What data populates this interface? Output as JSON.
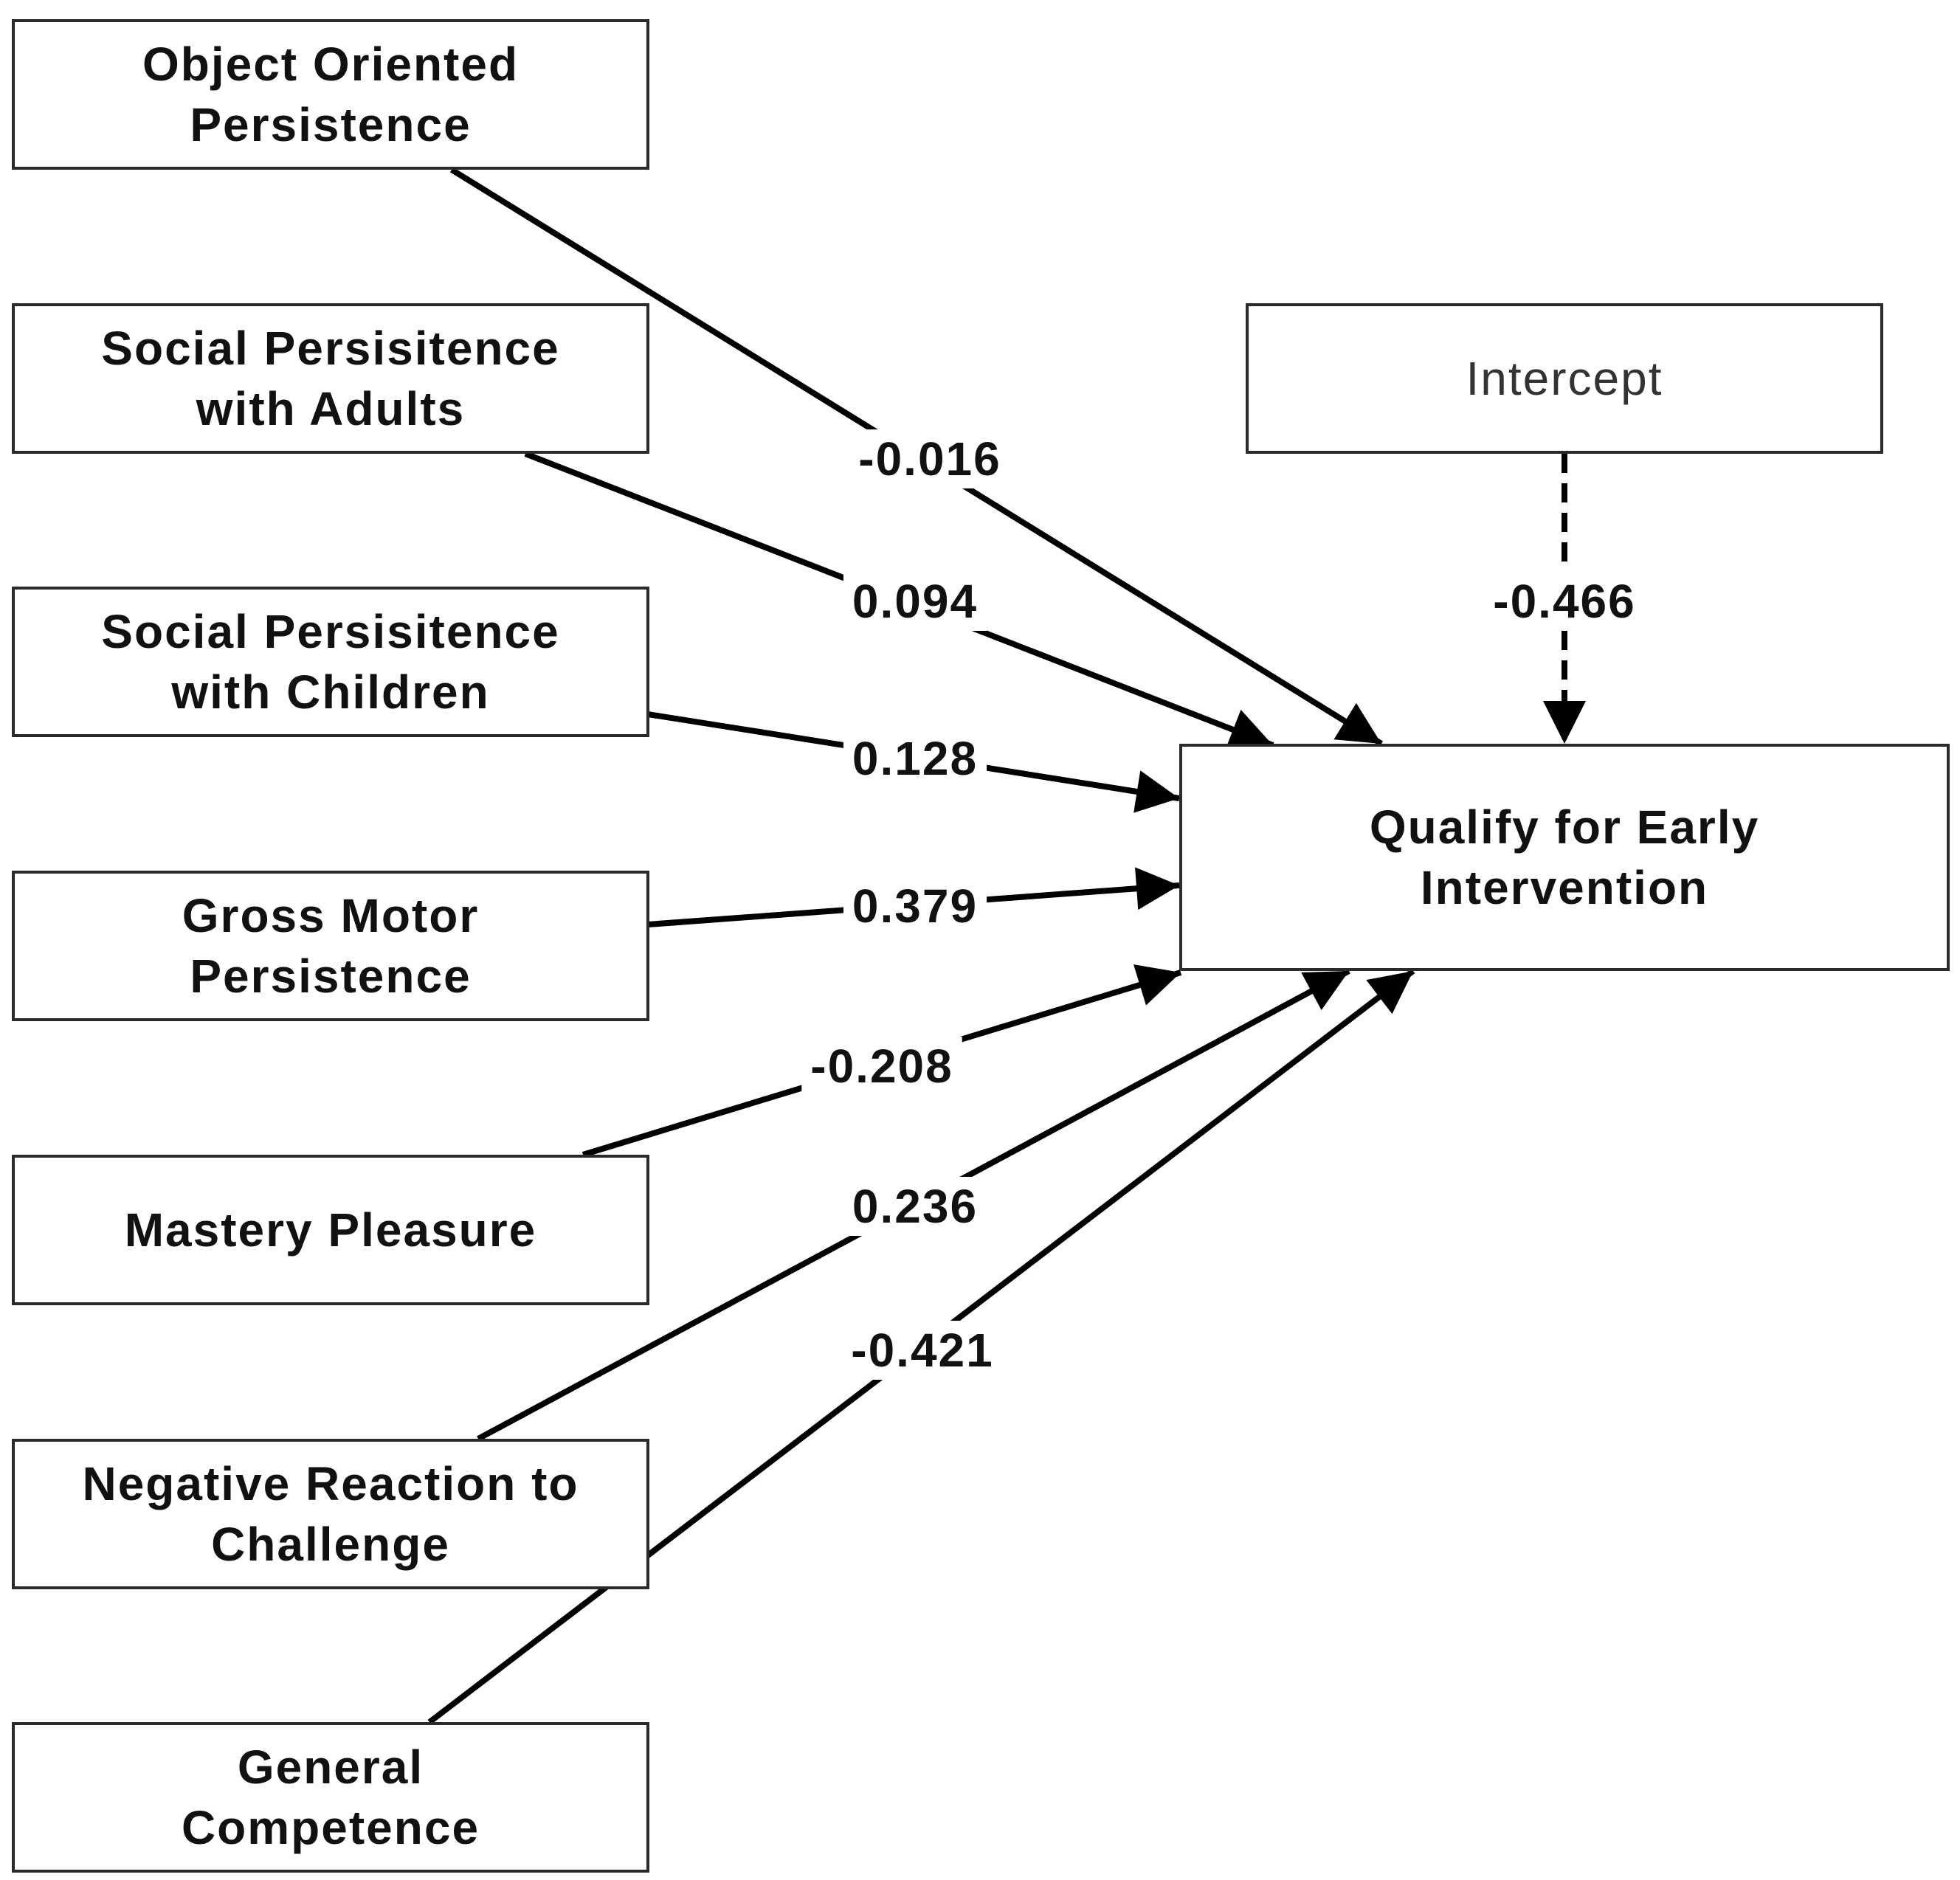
{
  "nodes": {
    "object_oriented": {
      "lines": [
        "Object Oriented",
        "Persistence"
      ]
    },
    "social_adults": {
      "lines": [
        "Social Persisitence",
        "with Adults"
      ]
    },
    "social_children": {
      "lines": [
        "Social Persisitence",
        "with Children"
      ]
    },
    "gross_motor": {
      "lines": [
        "Gross Motor",
        "Persistence"
      ]
    },
    "mastery": {
      "lines": [
        "Mastery Pleasure"
      ]
    },
    "negative": {
      "lines": [
        "Negative Reaction to",
        "Challenge"
      ]
    },
    "general": {
      "lines": [
        "General",
        "Competence"
      ]
    },
    "intercept": {
      "lines": [
        "Intercept"
      ]
    },
    "outcome": {
      "lines": [
        "Qualify for Early",
        "Intervention"
      ]
    }
  },
  "edges": [
    {
      "from": "object_oriented",
      "to": "outcome",
      "label": "-0.016",
      "style": "solid"
    },
    {
      "from": "social_adults",
      "to": "outcome",
      "label": "0.094",
      "style": "solid"
    },
    {
      "from": "social_children",
      "to": "outcome",
      "label": "0.128",
      "style": "solid"
    },
    {
      "from": "gross_motor",
      "to": "outcome",
      "label": "0.379",
      "style": "solid"
    },
    {
      "from": "mastery",
      "to": "outcome",
      "label": "-0.208",
      "style": "solid"
    },
    {
      "from": "negative",
      "to": "outcome",
      "label": "0.236",
      "style": "solid"
    },
    {
      "from": "general",
      "to": "outcome",
      "label": "-0.421",
      "style": "solid"
    },
    {
      "from": "intercept",
      "to": "outcome",
      "label": "-0.466",
      "style": "dashed"
    }
  ]
}
